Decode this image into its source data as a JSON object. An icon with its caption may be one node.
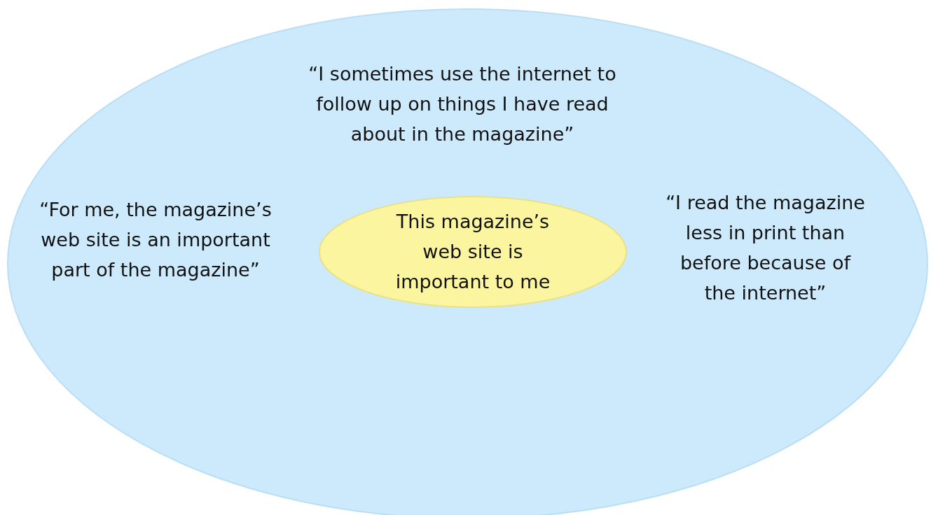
{
  "diagram": {
    "nodes": [
      {
        "text": [
          "“I sometimes use the internet to follow up on things I have read about in the magazine”",
          "“For me, the magazine’s web site is an important part of the magazine”",
          "“I read the magazine less in print than before because of the internet”"
        ]
      },
      {
        "text": [
          "This magazine’s web site is important to me"
        ],
        "in": 0
      }
    ]
  }
}
